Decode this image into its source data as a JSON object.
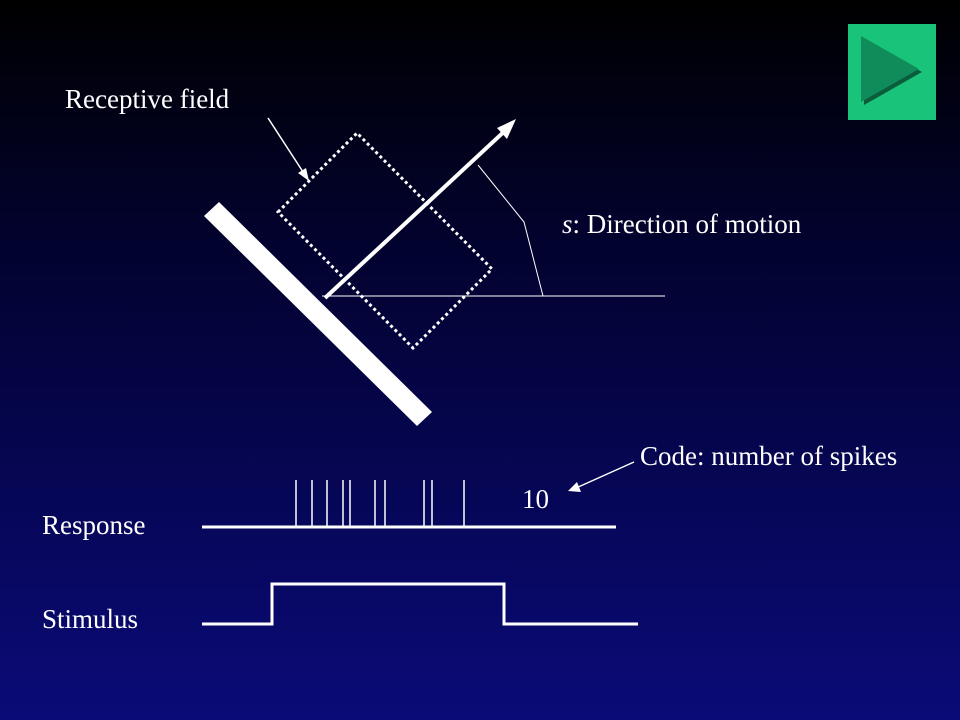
{
  "labels": {
    "receptive_field": "Receptive field",
    "direction_var": "s",
    "direction_text": ": Direction of motion",
    "code": "Code: number of spikes",
    "spike_count": "10",
    "response": "Response",
    "stimulus": "Stimulus"
  },
  "spike_train": {
    "count": 10
  },
  "icons": {
    "next": "play-triangle-icon"
  },
  "colors": {
    "foreground": "#ffffff",
    "button_bg": "#19c47a",
    "button_triangle": "#108c5a",
    "button_triangle_shadow": "#0a5c3a"
  }
}
